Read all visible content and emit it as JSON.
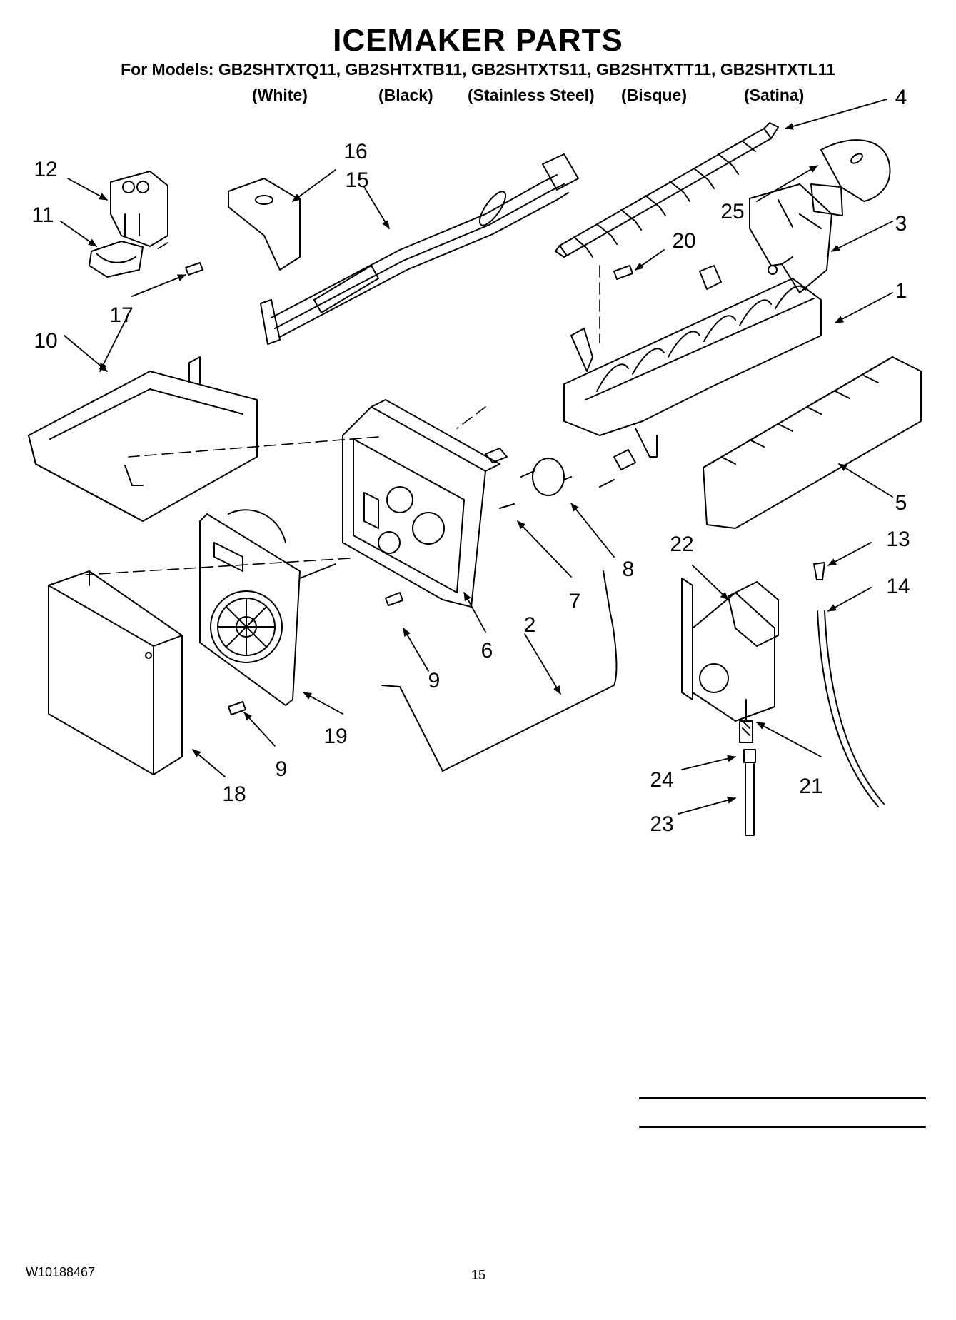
{
  "page": {
    "title": "ICEMAKER PARTS",
    "models_line": "For Models: GB2SHTXTQ11, GB2SHTXTB11, GB2SHTXTS11, GB2SHTXTT11, GB2SHTXTL11",
    "variants": [
      "(White)",
      "(Black)",
      "(Stainless Steel)",
      "(Bisque)",
      "(Satina)"
    ],
    "doc_number": "W10188467",
    "page_number": "15"
  },
  "callouts": {
    "p1": "1",
    "p2": "2",
    "p3": "3",
    "p4": "4",
    "p5": "5",
    "p6": "6",
    "p7": "7",
    "p8": "8",
    "p9a": "9",
    "p9b": "9",
    "p10": "10",
    "p11": "11",
    "p12": "12",
    "p13": "13",
    "p14": "14",
    "p15": "15",
    "p16": "16",
    "p17": "17",
    "p18": "18",
    "p19": "19",
    "p20": "20",
    "p21": "21",
    "p22": "22",
    "p23": "23",
    "p24": "24",
    "p25": "25"
  }
}
